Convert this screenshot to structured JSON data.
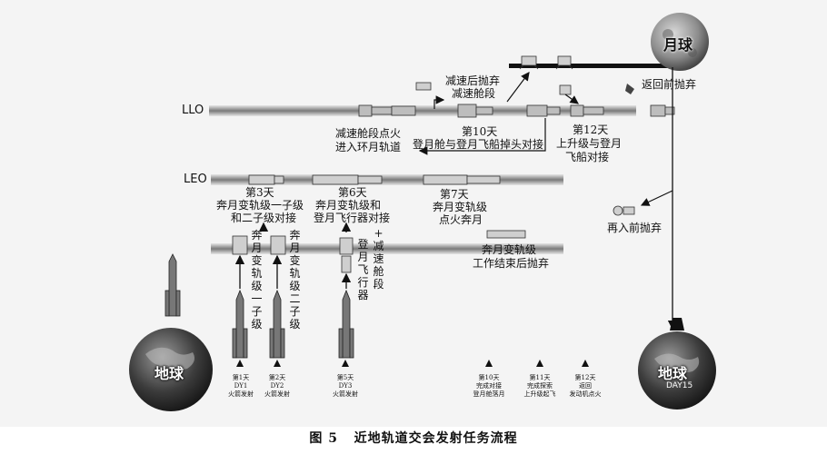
{
  "orbits": {
    "llo": "LLO",
    "leo": "LEO"
  },
  "moon": {
    "label": "月球"
  },
  "earth": {
    "left_label": "地球",
    "right_label": "地球",
    "right_sublabel": "DAY15"
  },
  "labels": {
    "decel_jettison": "减速后抛弃",
    "decel_stage": "减速舱段",
    "return_jettison": "返回前抛弃",
    "decel_ignition_1": "减速舱段点火",
    "decel_ignition_2": "进入环月轨道",
    "day10_title": "第10天",
    "day10_desc": "登月舱与登月飞船掉头对接",
    "day12_title": "第12天",
    "day12_line1": "上升级与登月",
    "day12_line2": "飞船对接",
    "day3_title": "第3天",
    "day3_line1": "奔月变轨级一子级",
    "day3_line2": "和二子级对接",
    "day6_title": "第6天",
    "day6_line1": "奔月变轨级和",
    "day6_line2": "登月飞行器对接",
    "day7_title": "第7天",
    "day7_line1": "奔月变轨级",
    "day7_line2": "点火奔月",
    "reentry_jettison": "再入前抛弃",
    "tli_stage_end_1": "奔月变轨级",
    "tli_stage_end_2": "工作结束后抛弃",
    "vertical_1": "奔月变轨级一子级",
    "vertical_2": "奔月变轨级二子级",
    "vertical_3a": "登月飞行器",
    "vertical_plus": "+",
    "vertical_3b": "减速舱段"
  },
  "launches": [
    {
      "line1": "第1天",
      "line2": "DY1",
      "line3": "火箭发射"
    },
    {
      "line1": "第2天",
      "line2": "DY2",
      "line3": "火箭发射"
    },
    {
      "line1": "第5天",
      "line2": "DY3",
      "line3": "火箭发射"
    }
  ],
  "milestones": [
    {
      "line1": "第10天",
      "line2": "完成对接",
      "line3": "登月舱落月"
    },
    {
      "line1": "第11天",
      "line2": "完成探索",
      "line3": "上升级起飞"
    },
    {
      "line1": "第12天",
      "line2": "返回",
      "line3": "发动机点火"
    }
  ],
  "caption": {
    "fig": "图 5",
    "title": "近地轨道交会发射任务流程"
  }
}
